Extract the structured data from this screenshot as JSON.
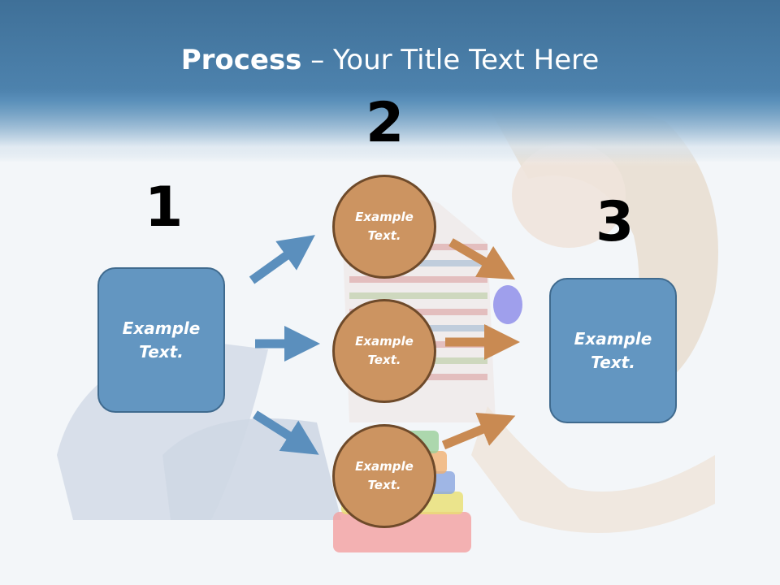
{
  "title": {
    "bold": "Process",
    "rest": " – Your Title Text Here"
  },
  "steps": [
    "1",
    "2",
    "3"
  ],
  "left_box": {
    "line1": "Example",
    "line2": "Text."
  },
  "right_box": {
    "line1": "Example",
    "line2": "Text."
  },
  "circles": [
    {
      "line1": "Example",
      "line2": "Text."
    },
    {
      "line1": "Example",
      "line2": "Text."
    },
    {
      "line1": "Example",
      "line2": "Text."
    }
  ],
  "colors": {
    "header": "#4d82ad",
    "box_fill": "#6396c1",
    "circle_fill": "#cc9461",
    "blue_arrow": "#5b8fbd",
    "orange_arrow": "#c98a52"
  }
}
